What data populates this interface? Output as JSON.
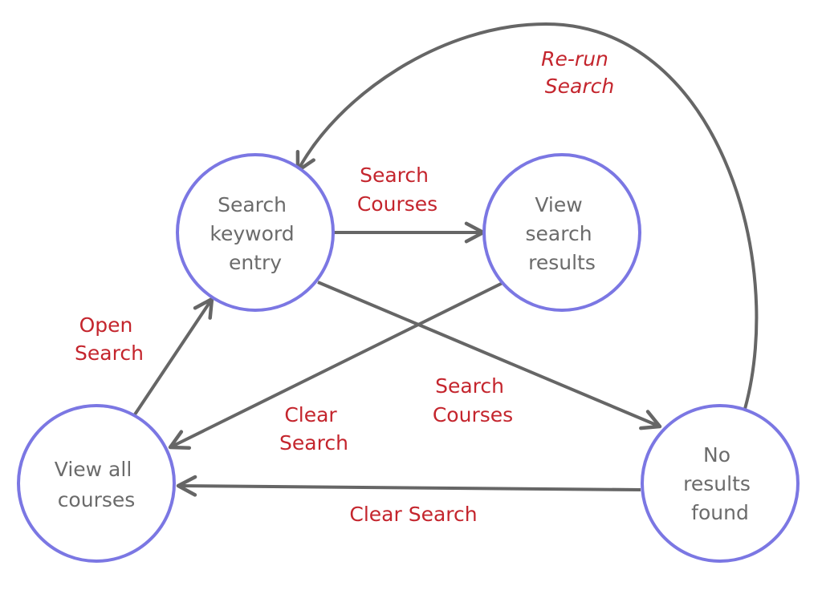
{
  "colors": {
    "state_stroke": "#7b77e3",
    "state_text": "#6b6b6b",
    "edge": "#666666",
    "edge_label": "#c4252d"
  },
  "states": {
    "search_keyword_entry": {
      "lines": [
        "Search",
        "keyword",
        "entry"
      ]
    },
    "view_search_results": {
      "lines": [
        "View",
        "search",
        "results"
      ]
    },
    "view_all_courses": {
      "lines": [
        "View all",
        "courses"
      ]
    },
    "no_results_found": {
      "lines": [
        "No",
        "results",
        "found"
      ]
    }
  },
  "transitions": {
    "open_search": {
      "lines": [
        "Open",
        "Search"
      ]
    },
    "search_courses_to_results": {
      "lines": [
        "Search",
        "Courses"
      ]
    },
    "search_courses_to_no_results": {
      "lines": [
        "Search",
        "Courses"
      ]
    },
    "clear_search_from_results": {
      "lines": [
        "Clear",
        "Search"
      ]
    },
    "clear_search_from_no_results": {
      "lines": [
        "Clear Search"
      ]
    },
    "rerun_search": {
      "lines": [
        "Re-run",
        "Search"
      ]
    }
  }
}
